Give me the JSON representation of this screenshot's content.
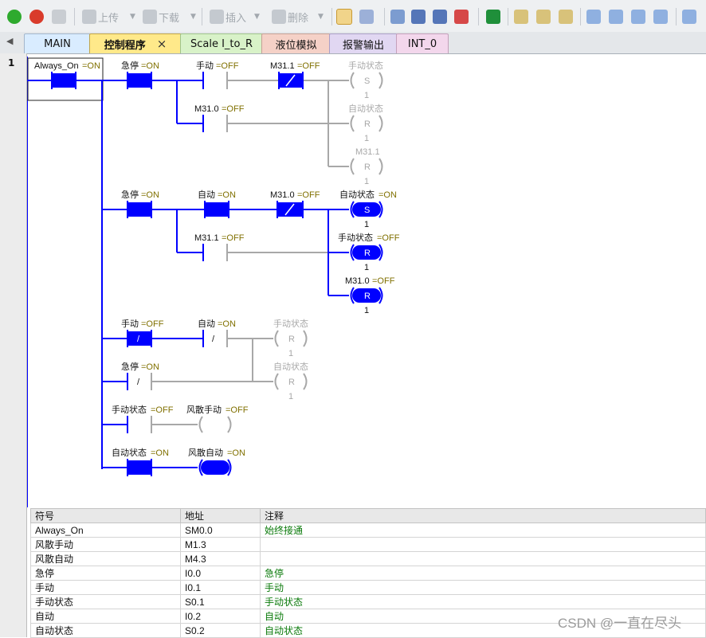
{
  "toolbar": {
    "upload": "上传",
    "download": "下载",
    "insert": "插入",
    "delete": "删除"
  },
  "tabs": [
    {
      "label": "MAIN"
    },
    {
      "label": "控制程序",
      "close": "×"
    },
    {
      "label": "Scale I_to_R"
    },
    {
      "label": "液位模拟"
    },
    {
      "label": "报警输出"
    },
    {
      "label": "INT_0"
    }
  ],
  "network": {
    "number": "1"
  },
  "rung1": {
    "always_on": {
      "name": "Always_On",
      "value": "=ON"
    },
    "estop": {
      "name": "急停",
      "value": "=ON"
    },
    "manual": {
      "name": "手动",
      "value": "=OFF"
    },
    "m311": {
      "name": "M31.1",
      "value": "=OFF"
    },
    "coil_manual_set": {
      "name": "手动状态",
      "op": "S",
      "n": "1"
    },
    "m310": {
      "name": "M31.0",
      "value": "=OFF"
    },
    "coil_auto_reset": {
      "name": "自动状态",
      "op": "R",
      "n": "1"
    },
    "coil_m311_reset": {
      "name": "M31.1",
      "op": "R",
      "n": "1"
    }
  },
  "rung2": {
    "estop": {
      "name": "急停",
      "value": "=ON"
    },
    "auto": {
      "name": "自动",
      "value": "=ON"
    },
    "m310": {
      "name": "M31.0",
      "value": "=OFF"
    },
    "coil_auto_set": {
      "name": "自动状态",
      "value": "=ON",
      "op": "S",
      "n": "1"
    },
    "m311": {
      "name": "M31.1",
      "value": "=OFF"
    },
    "coil_manual_reset": {
      "name": "手动状态",
      "value": "=OFF",
      "op": "R",
      "n": "1"
    },
    "coil_m310_reset": {
      "name": "M31.0",
      "value": "=OFF",
      "op": "R",
      "n": "1"
    }
  },
  "rung3": {
    "manual": {
      "name": "手动",
      "value": "=OFF",
      "sym": "/"
    },
    "auto": {
      "name": "自动",
      "value": "=ON",
      "sym": "/"
    },
    "coil_manual_reset": {
      "name": "手动状态",
      "op": "R",
      "n": "1"
    },
    "estop": {
      "name": "急停",
      "value": "=ON",
      "sym": "/"
    },
    "coil_auto_reset": {
      "name": "自动状态",
      "op": "R",
      "n": "1"
    }
  },
  "rung4": {
    "manual_state": {
      "name": "手动状态",
      "value": "=OFF"
    },
    "fan_manual": {
      "name": "风散手动",
      "value": "=OFF"
    }
  },
  "rung5": {
    "auto_state": {
      "name": "自动状态",
      "value": "=ON"
    },
    "fan_auto": {
      "name": "风散自动",
      "value": "=ON"
    }
  },
  "symbol_table": {
    "headers": {
      "symbol": "符号",
      "address": "地址",
      "comment": "注释"
    },
    "rows": [
      {
        "symbol": "Always_On",
        "address": "SM0.0",
        "comment": "始终接通"
      },
      {
        "symbol": "风散手动",
        "address": "M1.3",
        "comment": ""
      },
      {
        "symbol": "风散自动",
        "address": "M4.3",
        "comment": ""
      },
      {
        "symbol": "急停",
        "address": "I0.0",
        "comment": "急停"
      },
      {
        "symbol": "手动",
        "address": "I0.1",
        "comment": "手动"
      },
      {
        "symbol": "手动状态",
        "address": "S0.1",
        "comment": "手动状态"
      },
      {
        "symbol": "自动",
        "address": "I0.2",
        "comment": "自动"
      },
      {
        "symbol": "自动状态",
        "address": "S0.2",
        "comment": "自动状态"
      }
    ]
  },
  "watermark": "CSDN @一直在尽头",
  "colors": {
    "energized": "#0000ff",
    "inactive": "#a8a8a8",
    "value": "#807000",
    "tab_active": "#ffe98a"
  }
}
